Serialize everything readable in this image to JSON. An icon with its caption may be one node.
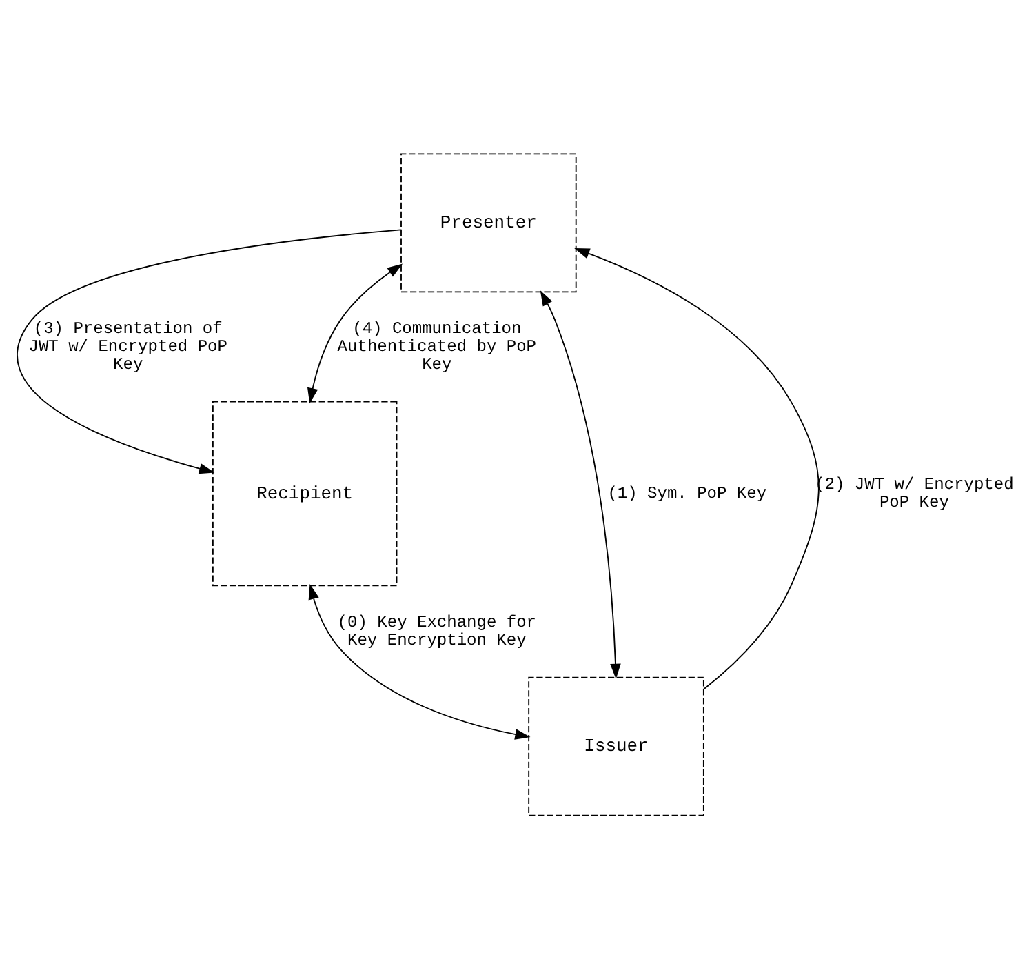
{
  "diagram": {
    "nodes": [
      {
        "text": [
          "Presenter"
        ]
      },
      {
        "text": [
          "Recipient"
        ]
      },
      {
        "text": [
          "Issuer"
        ]
      }
    ],
    "edges": [
      {
        "from": 0,
        "to": 1,
        "arrow": "to",
        "label": "(3) Presentation of JWT w/ Encrypted PoP Key"
      },
      {
        "from": 0,
        "to": 1,
        "arrow": "both",
        "label": "(4) Communication Authenticated by PoP Key"
      },
      {
        "from": 0,
        "to": 2,
        "arrow": "both",
        "label": "(1) Sym. PoP Key"
      },
      {
        "from": 2,
        "to": 0,
        "arrow": "to",
        "label": "(2) JWT w/ Encrypted PoP Key"
      },
      {
        "from": 2,
        "to": 1,
        "arrow": "both",
        "label": "(0) Key Exchange for Key Encryption Key"
      }
    ]
  }
}
